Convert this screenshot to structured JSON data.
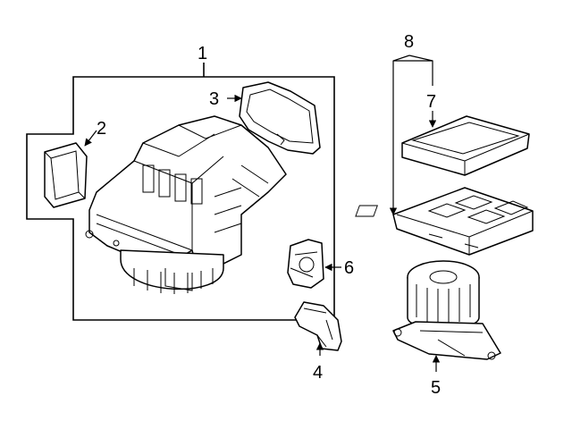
{
  "callouts": {
    "part_1": "1",
    "part_2": "2",
    "part_3": "3",
    "part_4": "4",
    "part_5": "5",
    "part_6": "6",
    "part_7": "7",
    "part_8": "8"
  },
  "colors": {
    "line": "#000000",
    "background": "#ffffff"
  }
}
